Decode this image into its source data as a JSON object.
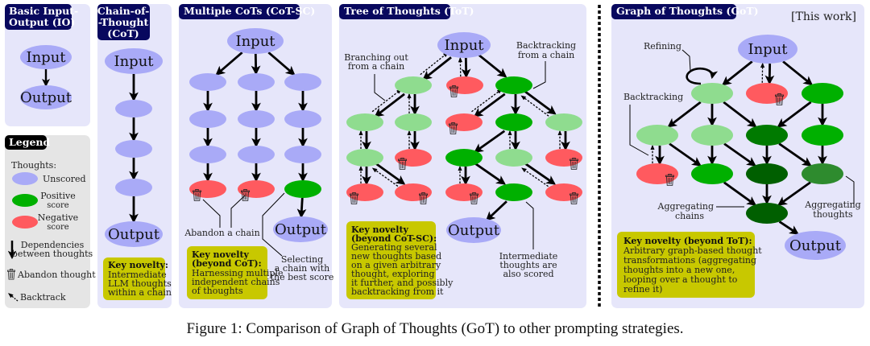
{
  "figure": {
    "caption": "Figure 1: Comparison of Graph of Thoughts (GoT) to other prompting strategies.",
    "colors": {
      "panel_bg": "#e6e6fa",
      "legend_bg": "#e5e5e5",
      "title_bg": "#08085e",
      "legend_title_bg": "#000000",
      "unscored": "#a9aaf7",
      "positive": "#00b000",
      "positive_light": "#8fdc8f",
      "positive_dark": "#007a00",
      "positive_darker": "#005f00",
      "positive_mid": "#2e8b2e",
      "negative": "#ff5a5f",
      "key_box": "#c8c800"
    },
    "panels": {
      "io": {
        "title": [
          "Basic Input-",
          "Output (IO)"
        ],
        "input": "Input",
        "output": "Output"
      },
      "cot": {
        "title": [
          "Chain-of-",
          "-Thought",
          "(CoT)"
        ],
        "input": "Input",
        "output": "Output",
        "key_title": "Key novelty:",
        "key_text": [
          "Intermediate",
          "LLM thoughts",
          "within a chain"
        ]
      },
      "cotsc": {
        "title": "Multiple CoTs (CoT-SC)",
        "input": "Input",
        "output": "Output",
        "annotation_abandon": "Abandon a chain",
        "annotation_select": [
          "Selecting",
          "a chain with",
          "the best score"
        ],
        "key_title": [
          "Key novelty",
          "(beyond CoT):"
        ],
        "key_text": [
          "Harnessing multiple",
          "independent chains",
          "of thoughts"
        ]
      },
      "tot": {
        "title": "Tree of Thoughts (ToT)",
        "input": "Input",
        "output": "Output",
        "annotation_branching": [
          "Branching out",
          "from a chain"
        ],
        "annotation_backtracking": [
          "Backtracking",
          "from a chain"
        ],
        "annotation_intermediate": [
          "Intermediate",
          "thoughts are",
          "also scored"
        ],
        "key_title": [
          "Key novelty",
          "(beyond CoT-SC):"
        ],
        "key_text": [
          "Generating several",
          "new thoughts based",
          "on a given arbitrary",
          "thought, exploring",
          "it further, and possibly",
          "backtracking from it"
        ]
      },
      "got": {
        "title": "Graph of Thoughts (GoT)",
        "this_work": "[This work]",
        "input": "Input",
        "output": "Output",
        "annotation_refining": "Refining",
        "annotation_backtracking": "Backtracking",
        "annotation_agg_chains": [
          "Aggregating",
          "chains"
        ],
        "annotation_agg_thoughts": [
          "Aggregating",
          "thoughts"
        ],
        "key_title": "Key novelty (beyond ToT):",
        "key_text": [
          "Arbitrary graph-based thought",
          "transformations (aggregating",
          "thoughts into a new one,",
          "looping over a thought to",
          "refine it)"
        ]
      }
    },
    "legend": {
      "title": "Legend",
      "thoughts_label": "Thoughts:",
      "items": [
        {
          "kind": "unscored",
          "label": [
            "Unscored"
          ]
        },
        {
          "kind": "positive",
          "label": [
            "Positive",
            "score"
          ]
        },
        {
          "kind": "negative",
          "label": [
            "Negative",
            "score"
          ]
        },
        {
          "kind": "dependency",
          "label": [
            "Dependencies",
            "between thoughts"
          ]
        },
        {
          "kind": "abandon",
          "label": [
            "Abandon thought"
          ]
        },
        {
          "kind": "backtrack",
          "label": [
            "Backtrack"
          ]
        }
      ]
    }
  }
}
